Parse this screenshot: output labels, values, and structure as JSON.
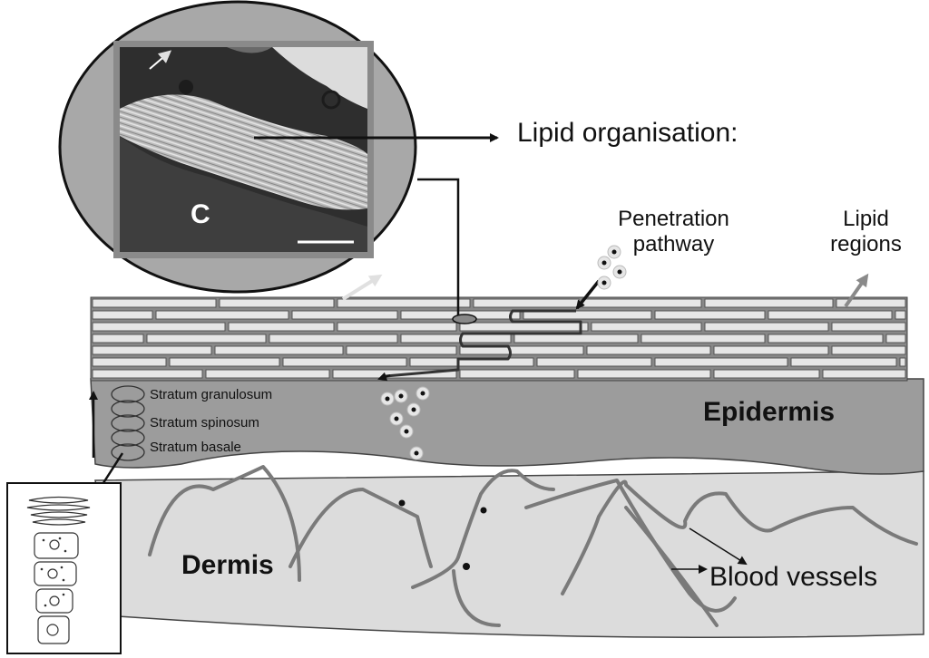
{
  "labels": {
    "lipid_organisation": "Lipid organisation:",
    "penetration_pathway_line1": "Penetration",
    "penetration_pathway_line2": "pathway",
    "lipid_regions_line1": "Lipid",
    "lipid_regions_line2": "regions",
    "epidermis": "Epidermis",
    "dermis": "Dermis",
    "blood_vessels": "Blood vessels",
    "stratum_granulosum": "Stratum granulosum",
    "stratum_spinosum": "Stratum spinosum",
    "stratum_basale": "Stratum basale",
    "micrograph_panel_letter": "C"
  },
  "colors": {
    "oval_background": "#a8a8a8",
    "epidermis": "#9c9c9c",
    "dermis": "#dcdcdc",
    "brick": "#e6e6e6",
    "blood_vessel": "#7a7a7a",
    "micrograph_frame": "#8a8a8a"
  }
}
